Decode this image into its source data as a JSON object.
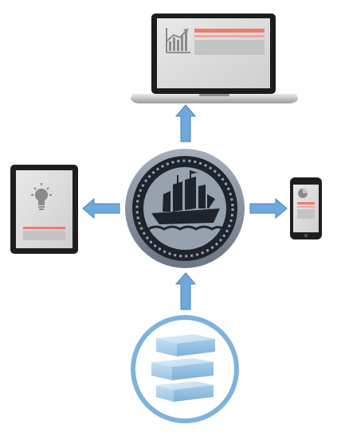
{
  "diagram": {
    "hub": {
      "icon": "ship-logo-icon"
    },
    "devices": [
      {
        "id": "laptop",
        "icon": "laptop-icon",
        "screen_icon": "bar-chart-icon"
      },
      {
        "id": "tablet",
        "icon": "tablet-icon",
        "screen_icon": "lightbulb-icon"
      },
      {
        "id": "phone",
        "icon": "smartphone-icon",
        "screen_icon": "pie-chart-icon"
      }
    ],
    "source": {
      "icon": "stacked-blocks-icon"
    },
    "arrows": [
      {
        "id": "to-laptop",
        "direction": "up"
      },
      {
        "id": "to-tablet",
        "direction": "left"
      },
      {
        "id": "to-phone",
        "direction": "right"
      },
      {
        "id": "from-source",
        "direction": "up"
      }
    ],
    "colors": {
      "arrow": "#6fa8dc",
      "arrow_stroke": "#4a86c0",
      "hub_ring": "#8e98a6",
      "hub_inner": "#1f242c",
      "hub_ship_badge": "#98a1ae",
      "accent_bar": "#f07a6e",
      "device_frame": "#1e1e1e",
      "screen_bg": "#dcdcdc",
      "block_blue": "#a9cde8",
      "source_ring": "#7fb2dc"
    }
  }
}
